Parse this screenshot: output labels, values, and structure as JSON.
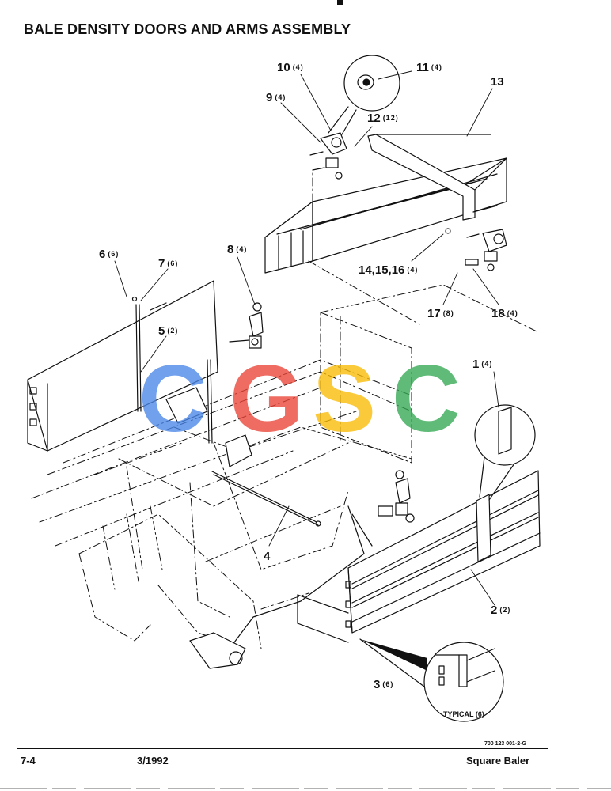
{
  "page": {
    "title": "BALE DENSITY DOORS AND ARMS ASSEMBLY",
    "page_number": "7-4",
    "date": "3/1992",
    "product": "Square Baler",
    "drawing_number": "700 123 001-2-G"
  },
  "watermark": {
    "letters": [
      "C",
      "G",
      "S",
      "C"
    ],
    "colors": [
      "#4a86e8",
      "#ea4335",
      "#fbbc05",
      "#34a853"
    ]
  },
  "detail_note": "TYPICAL (6)",
  "callouts": [
    {
      "id": "1",
      "label": "1",
      "qty": "(4)"
    },
    {
      "id": "2",
      "label": "2",
      "qty": "(2)"
    },
    {
      "id": "3",
      "label": "3",
      "qty": "(6)"
    },
    {
      "id": "4",
      "label": "4",
      "qty": ""
    },
    {
      "id": "5",
      "label": "5",
      "qty": "(2)"
    },
    {
      "id": "6",
      "label": "6",
      "qty": "(6)"
    },
    {
      "id": "7",
      "label": "7",
      "qty": "(6)"
    },
    {
      "id": "8",
      "label": "8",
      "qty": "(4)"
    },
    {
      "id": "9",
      "label": "9",
      "qty": "(4)"
    },
    {
      "id": "10",
      "label": "10",
      "qty": "(4)"
    },
    {
      "id": "11",
      "label": "11",
      "qty": "(4)"
    },
    {
      "id": "12",
      "label": "12",
      "qty": "(12)"
    },
    {
      "id": "13",
      "label": "13",
      "qty": ""
    },
    {
      "id": "14-16",
      "label": "14,15,16",
      "qty": "(4)"
    },
    {
      "id": "17",
      "label": "17",
      "qty": "(8)"
    },
    {
      "id": "18",
      "label": "18",
      "qty": "(4)"
    }
  ]
}
